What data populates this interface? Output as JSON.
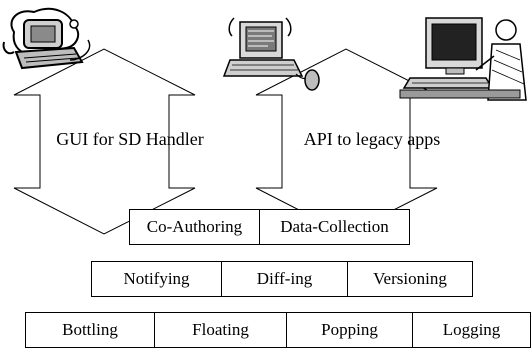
{
  "arrows": {
    "left_label": "GUI for SD Handler",
    "right_label": "API to legacy apps"
  },
  "icons": {
    "left": "cartoon-computer-icon",
    "center": "laptop-with-mouse-icon",
    "right": "person-at-computer-icon"
  },
  "layers": [
    {
      "name": "top",
      "items": [
        "Co-Authoring",
        "Data-Collection"
      ]
    },
    {
      "name": "middle",
      "items": [
        "Notifying",
        "Diff-ing",
        "Versioning"
      ]
    },
    {
      "name": "bottom",
      "items": [
        "Bottling",
        "Floating",
        "Popping",
        "Logging"
      ]
    }
  ]
}
